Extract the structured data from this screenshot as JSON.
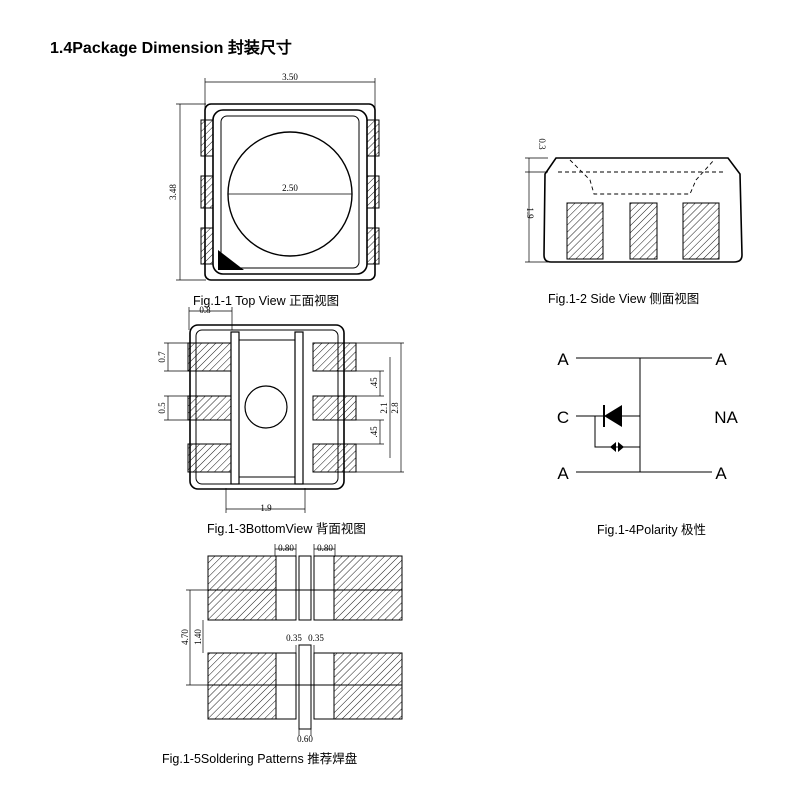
{
  "heading": "1.4Package Dimension 封装尺寸",
  "figures": {
    "top_view": {
      "caption": "Fig.1-1 Top View 正面视图",
      "dim_width": "3.50",
      "dim_height": "3.48",
      "dim_lens": "2.50"
    },
    "side_view": {
      "caption": "Fig.1-2 Side View 侧面视图",
      "dim_top": "0.3",
      "dim_height": "1.9"
    },
    "bottom_view": {
      "caption": "Fig.1-3BottomView 背面视图",
      "dim_pad_width": "0.8",
      "dim_pad_height_top": "0.7",
      "dim_pad_height_mid": "0.5",
      "dim_gap_upper": ".45",
      "dim_gap_lower": ".45",
      "dim_span": "2.1",
      "dim_total": "2.8",
      "dim_center": "1.9"
    },
    "polarity": {
      "caption": "Fig.1-4Polarity 极性",
      "left_top": "A",
      "left_mid": "C",
      "left_bottom": "A",
      "right_top": "A",
      "right_mid": "NA",
      "right_bottom": "A"
    },
    "soldering": {
      "caption": "Fig.1-5Soldering Patterns 推荐焊盘",
      "dim_left_width": "0.80",
      "dim_right_width": "0.80",
      "dim_total_height": "4.70",
      "dim_gap_height": "1.40",
      "dim_slot_left": "0.35",
      "dim_slot_right": "0.35",
      "dim_center_width": "0.60"
    }
  }
}
